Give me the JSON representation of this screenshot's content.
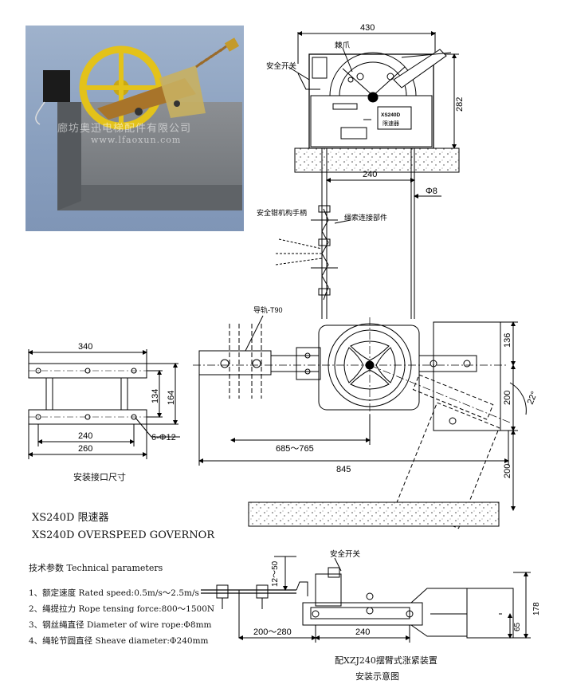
{
  "photo": {
    "watermark_cn": "廊坊奥迅电梯配件有限公司",
    "watermark_url": "www.lfaoxun.com"
  },
  "main_drawing": {
    "labels": {
      "dim_430": "430",
      "dim_282": "282",
      "ratchet": "棘爪",
      "safety_switch": "安全开关",
      "plate_model": "XS240D",
      "plate_name": "限速器",
      "dim_240": "240",
      "phi8": "Φ8",
      "safety_gear_handle": "安全钳机构手柄",
      "rope_connector": "绳索连接部件",
      "guide_rail": "导轨-T90",
      "dim_136": "136",
      "dim_200a": "200",
      "angle_22": "22°",
      "dim_685_765": "685～765",
      "dim_845": "845",
      "dim_200b": "200"
    }
  },
  "mount_drawing": {
    "labels": {
      "dim_340": "340",
      "dim_134": "134",
      "dim_164": "164",
      "dim_240": "240",
      "dim_260": "260",
      "holes": "6-Φ12"
    },
    "caption": "安装接口尺寸"
  },
  "text_block": {
    "title_cn": "XS240D 限速器",
    "title_en": "XS240D OVERSPEED GOVERNOR",
    "tech_heading": "技术参数 Technical parameters",
    "params": [
      "1、额定速度 Rated speed:0.5m/s～2.5m/s",
      "2、绳提拉力 Rope tensing force:800～1500N",
      "3、钢丝绳直径 Diameter of wire rope:Φ8mm",
      "4、绳轮节圆直径 Sheave diameter:Φ240mm"
    ]
  },
  "tension_drawing": {
    "labels": {
      "dim_12_50": "12～50",
      "safety_switch": "安全开关",
      "dim_178": "178",
      "dim_65": "65",
      "dim_200_280": "200～280",
      "dim_240": "240"
    },
    "caption_line1": "配XZJ240摆臂式涨紧装置",
    "caption_line2": "安装示意图"
  }
}
